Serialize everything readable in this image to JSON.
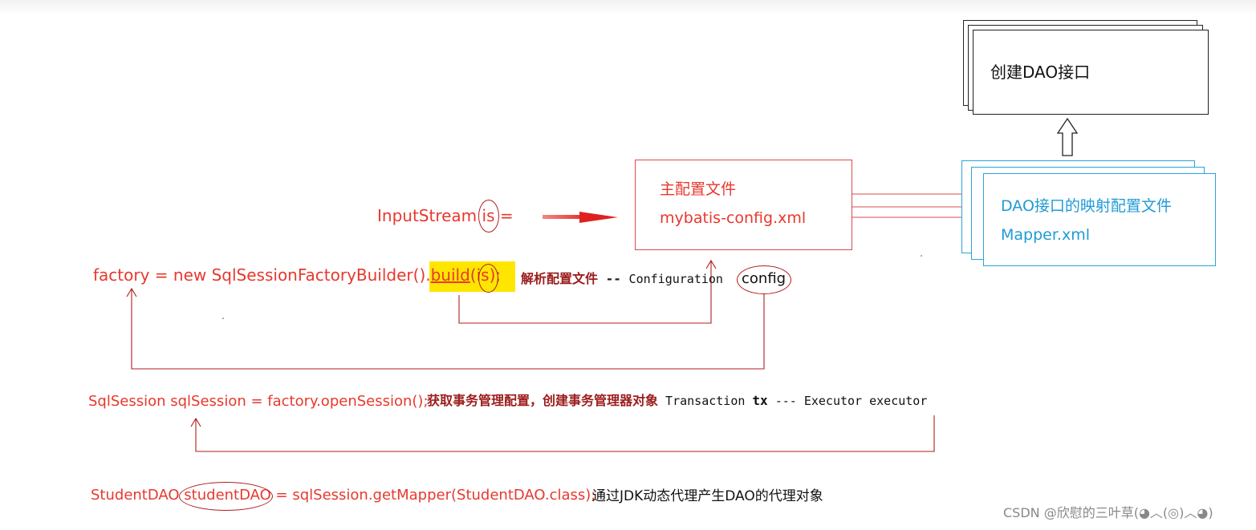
{
  "stack_box": {
    "label": "创建DAO接口"
  },
  "config_box": {
    "line1": "主配置文件",
    "line2": "mybatis-config.xml"
  },
  "mapper_box": {
    "line1": "DAO接口的映射配置文件",
    "line2": "Mapper.xml"
  },
  "row1": {
    "left": "InputStream ",
    "var": "is",
    "right": " ="
  },
  "row2": {
    "pre": "factory = new SqlSessionFactoryBuilder().",
    "build": "build",
    "paren": "(",
    "arg": "is",
    "close": ");",
    "note": "解析配置文件",
    "sep": " -- ",
    "type": "Configuration",
    "config": "config"
  },
  "row3": {
    "code": "SqlSession sqlSession = factory.openSession();",
    "note": "获取事务管理配置，创建事务管理器对象",
    "tx_type": " Transaction ",
    "tx": "tx",
    "exec": " --- Executor executor"
  },
  "row4": {
    "pre": "StudentDAO ",
    "var": "studentDAO",
    "post": " = sqlSession.getMapper(StudentDAO.class);",
    "note": "通过JDK动态代理产生DAO的代理对象"
  },
  "watermark": "CSDN @欣慰的三叶草(◕︿(◎)︿◕)",
  "colors": {
    "code_red": "#e8382e",
    "note_dark_red": "#9b1c1c",
    "mapper_blue": "#1f9ad6",
    "highlight": "#ffe600"
  }
}
